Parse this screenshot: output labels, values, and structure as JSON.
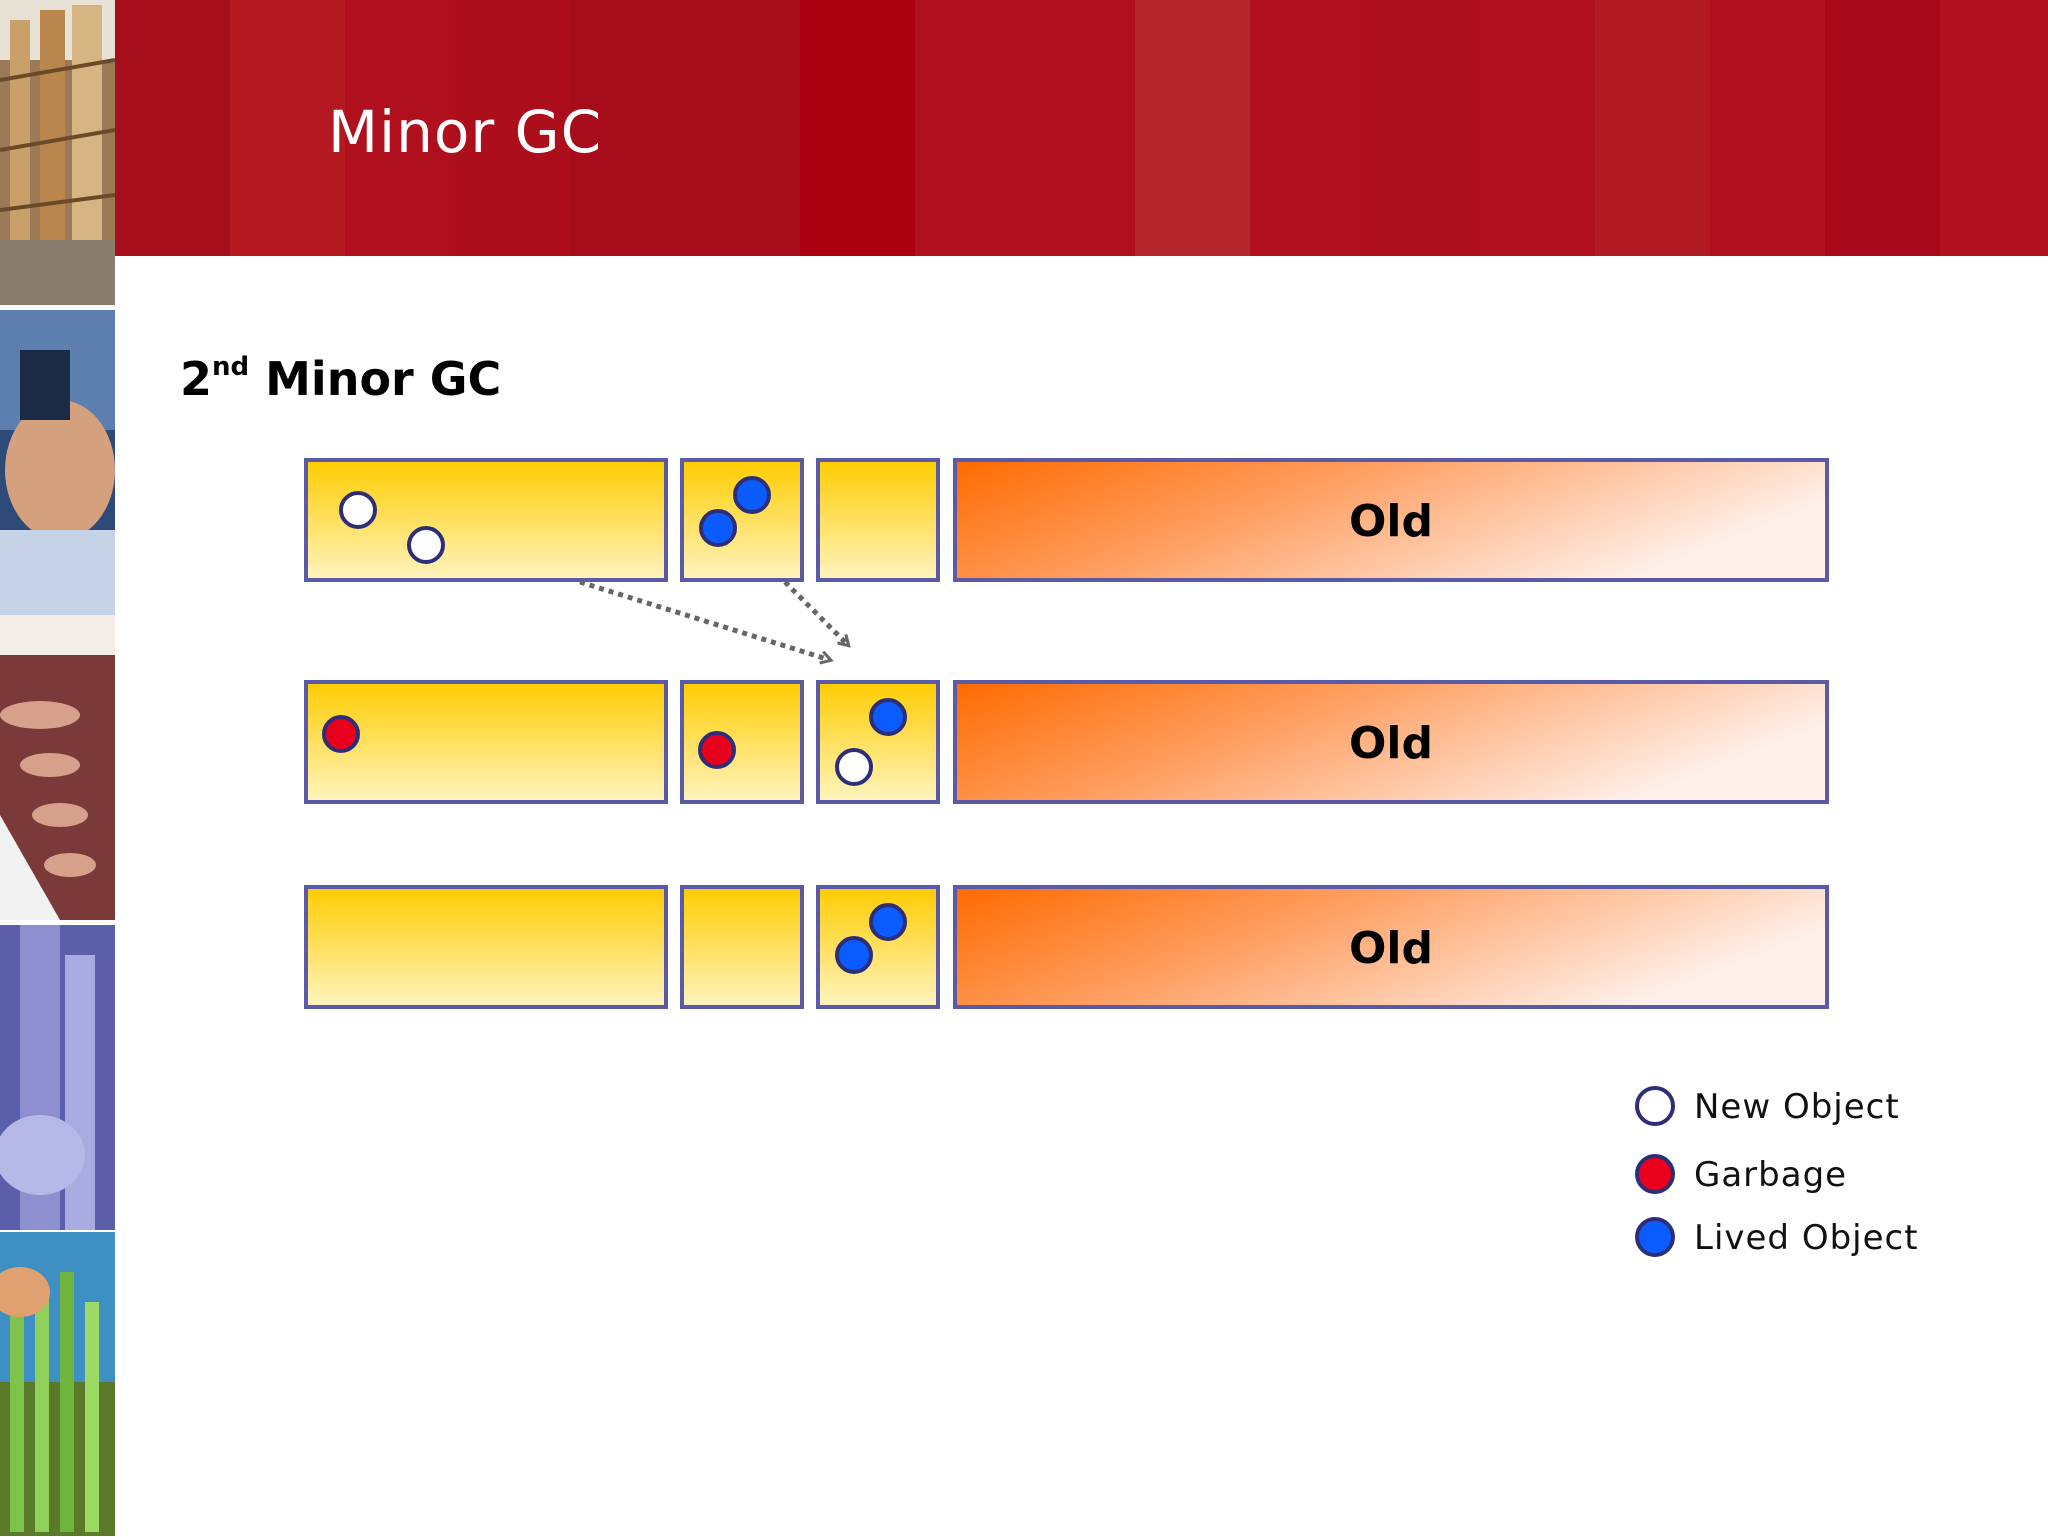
{
  "slide": {
    "title": "Minor GC",
    "subtitle_number": "2",
    "subtitle_suffix": "nd",
    "subtitle_rest": " Minor GC"
  },
  "colors": {
    "header_red": "#b0101e",
    "eden_top": "#ffcc00",
    "eden_bottom": "#fff4c0",
    "old_left": "#ff6a00",
    "old_right": "#fff0ea",
    "box_border": "#5a5aa6",
    "new_object": "#ffffff",
    "garbage": "#e8001c",
    "lived_object": "#0a5cff",
    "dot_border": "#2e2e78",
    "arrow": "#666666"
  },
  "rows": [
    {
      "old_label": "Old",
      "eden": [
        "new",
        "new"
      ],
      "survivor1": [
        "lived",
        "lived"
      ],
      "survivor2": []
    },
    {
      "old_label": "Old",
      "eden": [
        "garbage"
      ],
      "survivor1": [
        "garbage"
      ],
      "survivor2": [
        "lived",
        "new"
      ]
    },
    {
      "old_label": "Old",
      "eden": [],
      "survivor1": [],
      "survivor2": [
        "lived",
        "lived"
      ]
    }
  ],
  "legend": [
    {
      "type": "new",
      "label": "New Object"
    },
    {
      "type": "garbage",
      "label": "Garbage"
    },
    {
      "type": "lived",
      "label": "Lived Object"
    }
  ]
}
